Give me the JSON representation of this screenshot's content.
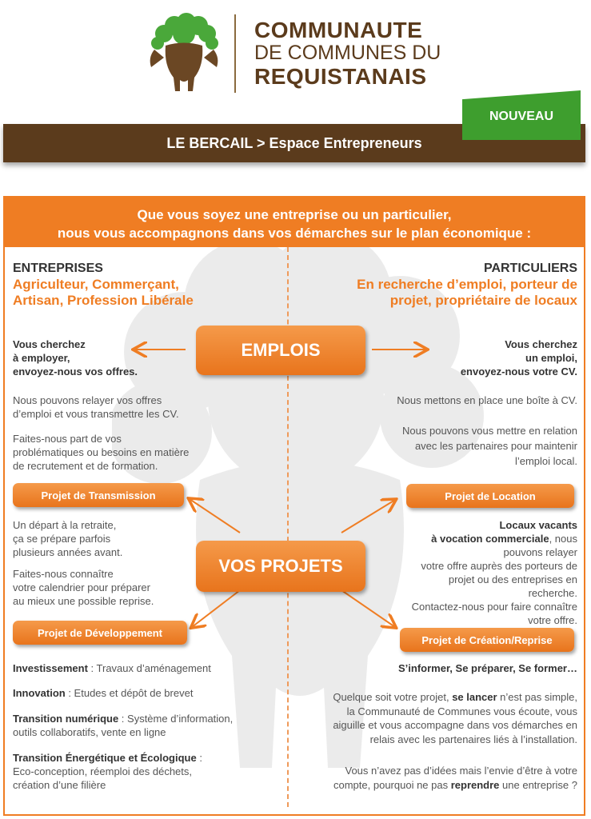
{
  "header": {
    "brand_line1": "COMMUNAUTE",
    "brand_line2": "DE COMMUNES DU",
    "brand_line3": "REQUISTANAIS",
    "badge": "NOUVEAU",
    "title": "LE BERCAIL > Espace Entrepreneurs"
  },
  "intro": {
    "line1": "Que vous soyez une entreprise ou un particulier,",
    "line2": "nous vous accompagnons dans vos démarches sur le plan économique :"
  },
  "entreprises": {
    "heading": "ENTREPRISES",
    "sub1": "Agriculteur, Commerçant,",
    "sub2": "Artisan, Profession Libérale"
  },
  "particuliers": {
    "heading": "PARTICULIERS",
    "sub1": "En recherche d’emploi, porteur de",
    "sub2": "projet, propriétaire de locaux"
  },
  "emplois": {
    "button": "EMPLOIS",
    "left_title": [
      "Vous cherchez",
      "à employer,",
      "envoyez-nous vos offres."
    ],
    "left_p1": [
      "Nous pouvons relayer vos offres",
      "d’emploi et vous transmettre les CV."
    ],
    "left_p2": [
      "Faites-nous part de vos",
      "problématiques ou besoins en matière",
      "de recrutement et de formation."
    ],
    "right_title": [
      "Vous cherchez",
      "un emploi,",
      "envoyez-nous votre CV."
    ],
    "right_p1": "Nous mettons en place une boîte à CV.",
    "right_p2": [
      "Nous pouvons vous mettre en relation",
      "avec les partenaires pour maintenir",
      "l’emploi local."
    ]
  },
  "projets": {
    "button": "VOS PROJETS",
    "transmission": {
      "label": "Projet de Transmission",
      "p1": [
        "Un départ à la retraite,",
        "ça se prépare parfois",
        "plusieurs années avant."
      ],
      "p2": [
        "Faites-nous connaître",
        "votre calendrier pour préparer",
        "au mieux une possible reprise."
      ]
    },
    "location": {
      "label": "Projet de Location",
      "b1": "Locaux vacants",
      "b2": "à vocation commerciale",
      "t1": ", nous",
      "lines": [
        "pouvons relayer",
        "votre offre auprès des porteurs de",
        "projet ou des entreprises en",
        "recherche.",
        "Contactez-nous pour faire connaître",
        "votre offre."
      ]
    },
    "developpement": {
      "label": "Projet de Développement",
      "items": [
        {
          "b": "Investissement",
          "t": " : Travaux d’aménagement",
          "t2": ""
        },
        {
          "b": "Innovation",
          "t": " : Etudes et dépôt de brevet",
          "t2": ""
        },
        {
          "b": "Transition numérique",
          "t": " : Système d’information,",
          "t2": "outils collaboratifs, vente en ligne"
        },
        {
          "b": "Transition Énergétique et Écologique",
          "t": " :",
          "t2": "Eco-conception, réemploi des déchets,"
        }
      ],
      "last_line": "création d’une filière"
    },
    "creation": {
      "label": "Projet de Création/Reprise",
      "tagline": "S’informer, Se préparer, Se former…",
      "p1_a": "Quelque soit votre projet, ",
      "p1_b": "se lancer",
      "p1_c": " n’est pas simple,",
      "p1_lines": [
        "la Communauté de Communes vous écoute, vous",
        "aiguille et vous accompagne dans vos démarches en",
        "relais avec les partenaires liés à l’installation."
      ],
      "p2_line1": "Vous n’avez pas d’idées mais l’envie d’être à votre",
      "p2_a": "compte, pourquoi ne pas ",
      "p2_b": "reprendre",
      "p2_c": " une entreprise ?"
    }
  },
  "colors": {
    "brown": "#5b3b1c",
    "orange": "#ef7d23",
    "green": "#3e9e2e"
  }
}
